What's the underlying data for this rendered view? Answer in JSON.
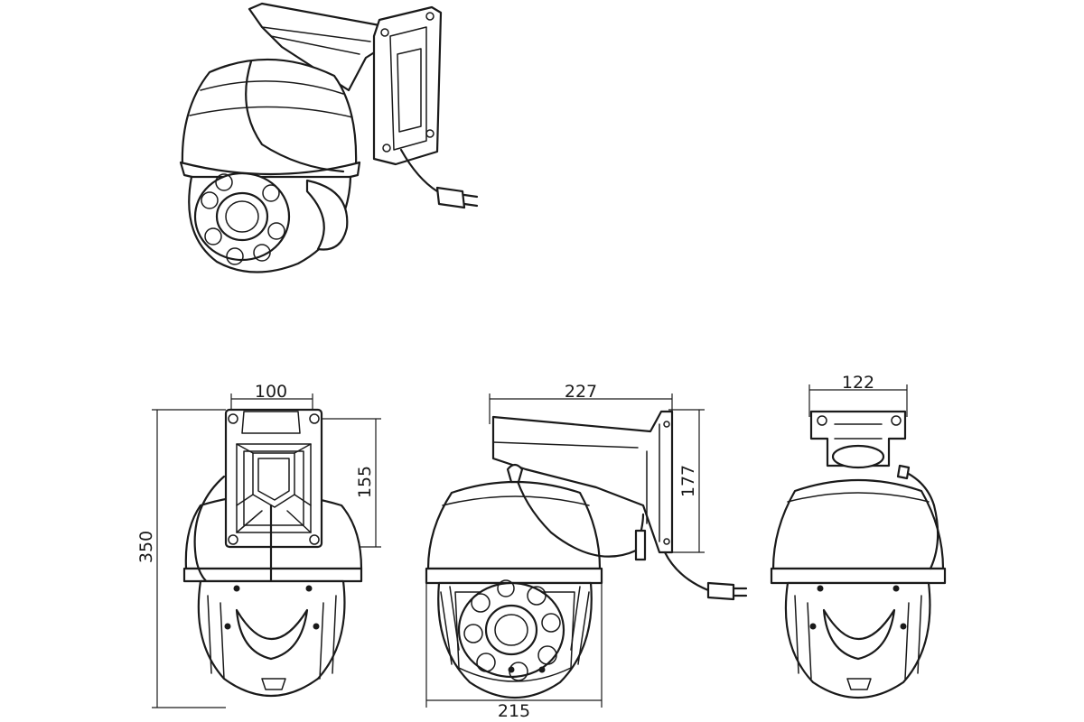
{
  "dimensions": {
    "rear_width": "100",
    "height_total": "350",
    "mount_height_rear": "155",
    "bracket_length": "227",
    "bracket_height": "177",
    "dome_width": "215",
    "side_width": "122"
  },
  "colors": {
    "line": "#1a1a1a",
    "background": "#ffffff"
  }
}
